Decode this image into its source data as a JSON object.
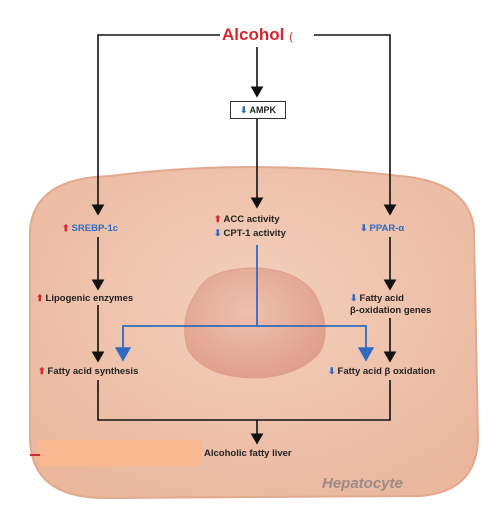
{
  "diagram": {
    "trigger": "Alcohol",
    "trigger_mark": "(",
    "ampk": {
      "arrow": "down",
      "label": "AMPK"
    },
    "left_branch": [
      {
        "arrow": "up",
        "label": "SREBP-1c",
        "color": "#2f6cc0"
      },
      {
        "arrow": "up",
        "label": "Lipogenic enzymes"
      },
      {
        "arrow": "up",
        "label": "Fatty acid synthesis"
      }
    ],
    "center_branch": [
      {
        "arrow": "up",
        "label": "ACC activity"
      },
      {
        "arrow": "down",
        "label": "CPT-1 activity"
      }
    ],
    "right_branch": [
      {
        "arrow": "down",
        "label": "PPAR-α",
        "color": "#2f6cc0"
      },
      {
        "arrow": "down",
        "label": "Fatty acid",
        "label2": "β-oxidation genes"
      },
      {
        "arrow": "down",
        "label": "Fatty acid β oxidation"
      }
    ],
    "outcome": "Alcoholic fatty liver",
    "cell_label": "Hepatocyte"
  },
  "colors": {
    "cell_fill": "#efc1a9",
    "cell_border": "#e0a68c",
    "nucleus_fill": "#e8aa99",
    "blue_path": "#2f6cc0",
    "red_text": "#d6262e",
    "arrow_color": "#111111"
  }
}
